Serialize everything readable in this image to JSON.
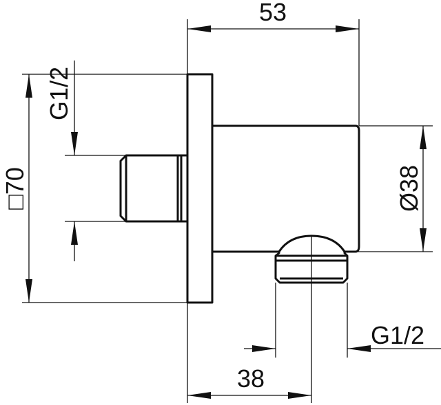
{
  "dimensions": {
    "overall_depth": "53",
    "flange_square": "□70",
    "inlet_thread": "G1/2",
    "body_diameter": "Ø38",
    "outlet_thread": "G1/2",
    "outlet_offset": "38"
  }
}
